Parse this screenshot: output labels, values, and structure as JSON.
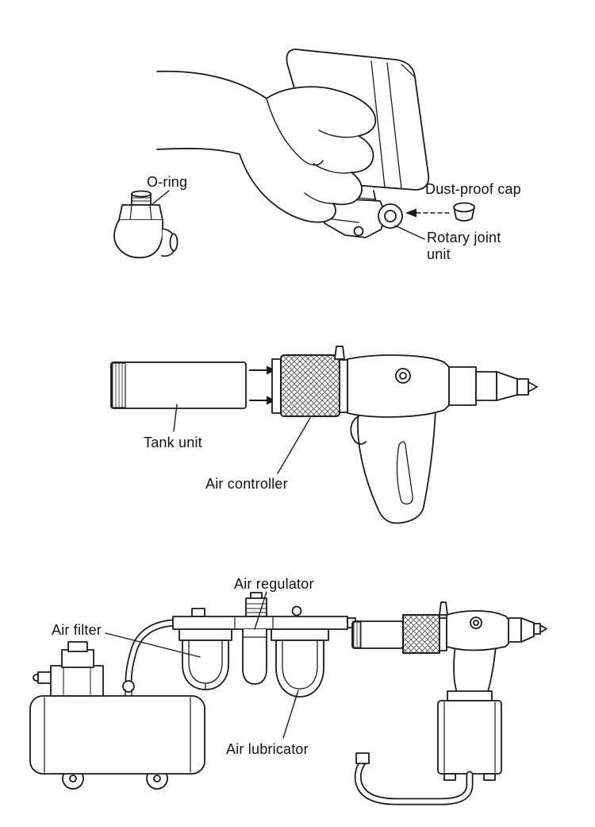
{
  "page": {
    "background": "#ffffff",
    "ink": "#1a1a1a"
  },
  "sections": {
    "top": {
      "labels": {
        "o_ring": "O-ring",
        "dust_proof_cap": "Dust-proof cap",
        "rotary_joint_unit": "Rotary joint unit"
      }
    },
    "middle": {
      "labels": {
        "tank_unit": "Tank unit",
        "air_controller": "Air controller"
      }
    },
    "bottom": {
      "labels": {
        "air_regulator": "Air regulator",
        "air_filter": "Air filter",
        "air_lubricator": "Air lubricator"
      }
    }
  }
}
